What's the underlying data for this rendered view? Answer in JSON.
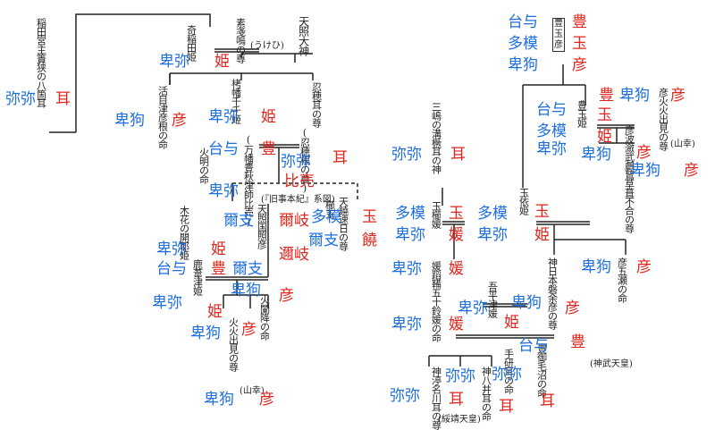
{
  "colors": {
    "annotation_blue": "#1e6fe0",
    "annotation_red": "#e0261e",
    "line": "#222222"
  },
  "left_tree": {
    "amaterasu": "天照大神",
    "oshihomimi": "忍穂耳の尊",
    "oshihomimi_alt": "(忍穂根の尊)",
    "takamimusubi_child": "栲幡千千姫",
    "takamimusubi_alt": "(万幡豊秋津師比売)",
    "ninigi": "天饒速日の尊",
    "kushitama": "櫛玉",
    "konohana": "木花の開耶姫",
    "hikohohodemi": "火火出見の尊",
    "hosuseri": "火闌降の命",
    "hoakari": "火明の命",
    "ikuhi": "活目津彦根の命",
    "kisaki": "奇稲田姫",
    "inada_main": "稲田宮主簀狭の八箇耳",
    "susano": "素戔嗚の尊",
    "ukehi": "(うけひ)",
    "kyuji": "(『旧事本紀』系図)",
    "yamasachi": "(山幸)",
    "ame_no_ozumi": "天照国照彦",
    "ohiruhime": "鹿葦津姫"
  },
  "right_tree": {
    "toyotamahiko": "豊玉彦",
    "toyotamahime": "豊玉姫",
    "tamayorihime": "玉依姫",
    "hohodemi": "彦火火出見の尊",
    "yamasachi": "(山幸)",
    "ugaya": "彦波瀲武鸕鶿草葺不合の尊",
    "mishima": "三嶋の溝橛耳の神",
    "tamakushi": "玉櫛媛",
    "himetatara": "媛蹈鞴五十鈴媛の命",
    "jimmu": "神日本磐余彦の尊",
    "jimmu_alt": "(神武天皇)",
    "itsuse": "彦五瀬の命",
    "ahiratsu": "吾平津媛",
    "tagishimimi": "手研耳の命",
    "kamuyaimimi": "神八井耳の命",
    "kamununakawa": "神渟名川耳の尊",
    "suizei": "(綏靖天皇)",
    "toyomikekenu": "豊御毛沼の命"
  },
  "annotations": {
    "left": [
      {
        "text": "卑弥",
        "color": "blue"
      },
      {
        "text": "姫",
        "color": "red"
      },
      {
        "text": "弥弥",
        "color": "blue"
      },
      {
        "text": "耳",
        "color": "red"
      },
      {
        "text": "卑狗",
        "color": "blue"
      },
      {
        "text": "彦",
        "color": "red"
      },
      {
        "text": "卑弥",
        "color": "blue"
      },
      {
        "text": "姫",
        "color": "red"
      },
      {
        "text": "台与",
        "color": "blue"
      },
      {
        "text": "豊",
        "color": "red"
      },
      {
        "text": "弥弥",
        "color": "blue"
      },
      {
        "text": "耳",
        "color": "red"
      },
      {
        "text": "比売",
        "color": "red"
      },
      {
        "text": "卑弥",
        "color": "blue"
      },
      {
        "text": "爾支",
        "color": "blue"
      },
      {
        "text": "爾岐",
        "color": "red"
      },
      {
        "text": "多模",
        "color": "blue"
      },
      {
        "text": "玉",
        "color": "red"
      },
      {
        "text": "爾支",
        "color": "blue"
      },
      {
        "text": "饒",
        "color": "red"
      },
      {
        "text": "邇岐",
        "color": "red"
      },
      {
        "text": "卑弥",
        "color": "blue"
      },
      {
        "text": "姫",
        "color": "red"
      },
      {
        "text": "台与",
        "color": "blue"
      },
      {
        "text": "豊",
        "color": "red"
      },
      {
        "text": "爾支",
        "color": "blue"
      },
      {
        "text": "卑狗",
        "color": "blue"
      },
      {
        "text": "彦",
        "color": "red"
      },
      {
        "text": "卑弥",
        "color": "blue"
      },
      {
        "text": "姫",
        "color": "red"
      },
      {
        "text": "卑狗",
        "color": "blue"
      },
      {
        "text": "彦",
        "color": "red"
      },
      {
        "text": "卑狗",
        "color": "blue"
      },
      {
        "text": "彦",
        "color": "red"
      }
    ],
    "right": [
      {
        "text": "台与",
        "color": "blue"
      },
      {
        "text": "豊",
        "color": "red"
      },
      {
        "text": "多模",
        "color": "blue"
      },
      {
        "text": "玉",
        "color": "red"
      },
      {
        "text": "卑狗",
        "color": "blue"
      },
      {
        "text": "彦",
        "color": "red"
      },
      {
        "text": "豊",
        "color": "red"
      },
      {
        "text": "卑狗",
        "color": "blue"
      },
      {
        "text": "彦",
        "color": "red"
      },
      {
        "text": "台与",
        "color": "blue"
      },
      {
        "text": "玉",
        "color": "red"
      },
      {
        "text": "多模",
        "color": "blue"
      },
      {
        "text": "姫",
        "color": "red"
      },
      {
        "text": "卑弥",
        "color": "blue"
      },
      {
        "text": "卑狗",
        "color": "blue"
      },
      {
        "text": "彦",
        "color": "red"
      },
      {
        "text": "卑狗",
        "color": "blue"
      },
      {
        "text": "彦",
        "color": "red"
      },
      {
        "text": "弥弥",
        "color": "blue"
      },
      {
        "text": "耳",
        "color": "red"
      },
      {
        "text": "多模",
        "color": "blue"
      },
      {
        "text": "玉",
        "color": "red"
      },
      {
        "text": "卑弥",
        "color": "blue"
      },
      {
        "text": "媛",
        "color": "red"
      },
      {
        "text": "多模",
        "color": "blue"
      },
      {
        "text": "玉",
        "color": "red"
      },
      {
        "text": "卑弥",
        "color": "blue"
      },
      {
        "text": "姫",
        "color": "red"
      },
      {
        "text": "卑狗",
        "color": "blue"
      },
      {
        "text": "彦",
        "color": "red"
      },
      {
        "text": "卑弥",
        "color": "blue"
      },
      {
        "text": "媛",
        "color": "red"
      },
      {
        "text": "卑弥",
        "color": "blue"
      },
      {
        "text": "卑狗",
        "color": "blue"
      },
      {
        "text": "彦",
        "color": "red"
      },
      {
        "text": "卑弥",
        "color": "blue"
      },
      {
        "text": "媛",
        "color": "red"
      },
      {
        "text": "姫",
        "color": "red"
      },
      {
        "text": "台与",
        "color": "blue"
      },
      {
        "text": "豊",
        "color": "red"
      },
      {
        "text": "弥弥",
        "color": "blue"
      },
      {
        "text": "耳",
        "color": "red"
      },
      {
        "text": "弥弥",
        "color": "blue"
      },
      {
        "text": "耳",
        "color": "red"
      },
      {
        "text": "弥弥",
        "color": "blue"
      },
      {
        "text": "耳",
        "color": "red"
      }
    ]
  }
}
